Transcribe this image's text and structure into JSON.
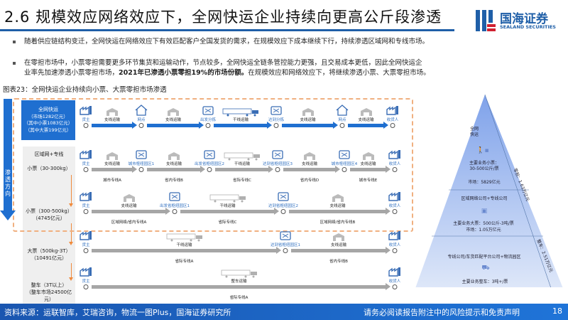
{
  "header": {
    "title": "2.6 规模效应网络效应下，全网快运企业持续向更高公斤段渗透",
    "logo_cn": "国海证券",
    "logo_en": "SEALAND SECURITIES"
  },
  "bullets": [
    {
      "text": "随着供应链结构变迁，全网快运在网络效应下有效匹配客户全国发货的需求，在规模效应下成本继续下行，持续渗透区域网和专线市场。"
    },
    {
      "line1": "在零担市场中，小票零担需要更多环节集货和运输动作，节点较多，全网快运全链条管控能力更强，且交易成本更低，因此全网快运企",
      "line2_a": "业率先加速渗透小票零担市场，",
      "line2_b": "2021年已渗透小票零担19%的市场份额。",
      "line2_c": "在规模效应和网络效应下，将继续渗透小票、大票零担市场。"
    }
  ],
  "figure_caption": "图表23：全网快运企业持续向小票、大票零担市场渗透",
  "colors": {
    "brand": "#1f5fa8",
    "blue": "#1f6fd0",
    "gray": "#a6a6a6",
    "orange": "#f08a3c"
  },
  "left": {
    "direction": "渗透方向",
    "full_network": [
      "全网快运",
      "（市场1282亿元）",
      "（其中小票1083亿元）",
      "（其中大票199亿元）"
    ],
    "regional": "区域网+专线",
    "small1": "小票（30-300kg）",
    "small2": [
      "小票（300-500kg）",
      "（4745亿元）"
    ],
    "large": [
      "大票（500kg-3T）",
      "（10491亿元）"
    ],
    "ftl": [
      "整车（3T以上）",
      "（整车市场24500亿元）"
    ]
  },
  "flows": [
    {
      "color": "blue",
      "nodes": [
        {
          "label": "货主",
          "icon": "factory-icon"
        },
        {
          "label": "网点",
          "icon": "house-icon"
        },
        {
          "label": "出发分拣",
          "icon": "sorting-hub-icon"
        },
        {
          "label": "达到分拣",
          "icon": "sorting-hub-icon"
        },
        {
          "label": "网点",
          "icon": "house-icon"
        },
        {
          "label": "收货人",
          "icon": "factory-icon"
        }
      ],
      "segments": [
        {
          "label": "支线运输",
          "icon": "van-icon"
        },
        {
          "label": "支线运输",
          "icon": "van-icon"
        },
        {
          "label": "干线运输",
          "icon": "truck-icon"
        },
        {
          "label": "支线运输",
          "icon": "van-icon"
        },
        {
          "label": "支线运输",
          "icon": "van-icon"
        }
      ]
    },
    {
      "color": "gray",
      "nodes": [
        {
          "label": "货主",
          "icon": "factory-icon"
        },
        {
          "label": "城市枢纽园区1",
          "icon": "sorting-hub-icon"
        },
        {
          "label": "出发省枢纽园区2",
          "icon": "sorting-hub-icon"
        },
        {
          "label": "达到省枢纽园区3",
          "icon": "sorting-hub-icon"
        },
        {
          "label": "城市枢纽园区4",
          "icon": "sorting-hub-icon"
        },
        {
          "label": "收货人",
          "icon": "factory-icon"
        }
      ],
      "segments": [
        {
          "label": "支线运输",
          "sub": "城市专线A",
          "icon": "van-icon"
        },
        {
          "label": "支线运输",
          "sub": "省内专线B",
          "icon": "van-icon"
        },
        {
          "label": "干线运输",
          "sub": "省际专线C",
          "icon": "truck-icon"
        },
        {
          "label": "支线运输",
          "sub": "省内专线D",
          "icon": "van-icon"
        },
        {
          "label": "支线运输",
          "sub": "城市专线E",
          "icon": "van-icon"
        }
      ]
    },
    {
      "color": "gray",
      "nodes": [
        {
          "label": "货主",
          "icon": "factory-icon"
        },
        {
          "label": "出发省枢纽园区1",
          "icon": "sorting-hub-icon"
        },
        {
          "label": "达到省枢纽园区2",
          "icon": "sorting-hub-icon"
        },
        {
          "label": "收货人",
          "icon": "factory-icon"
        }
      ],
      "segments": [
        {
          "label": "支线运输",
          "sub": "区域网络/省内专线A",
          "icon": "van-icon"
        },
        {
          "label": "干线运输",
          "sub": "省际专线C",
          "icon": "truck-icon"
        },
        {
          "label": "支线运输",
          "sub": "区域网络/省内专线B",
          "icon": "van-icon"
        }
      ]
    },
    {
      "color": "gray",
      "nodes": [
        {
          "label": "货主",
          "icon": "factory-icon"
        },
        {
          "label": "达到省枢纽园区1",
          "icon": "sorting-hub-icon"
        },
        {
          "label": "收货人",
          "icon": "factory-icon"
        }
      ],
      "segments": [
        {
          "label": "干线运输",
          "sub": "省际专线A",
          "icon": "truck-icon"
        },
        {
          "label": "支线运输",
          "sub": "省内专线B",
          "icon": "van-icon"
        }
      ]
    },
    {
      "color": "gray",
      "nodes": [
        {
          "label": "货主",
          "icon": "factory-icon"
        },
        {
          "label": "收货人",
          "icon": "factory-icon"
        }
      ],
      "segments": [
        {
          "label": "整车运输",
          "sub": "省际专线A",
          "icon": "truck-icon"
        }
      ]
    }
  ],
  "pyramid": {
    "top": [
      "全网",
      "快运"
    ],
    "top_business": [
      "主要业务小票：",
      "30-500公斤/票"
    ],
    "top_market": "市场：5829亿元",
    "mid": "区域网络公司+专线公司",
    "mid_business": "主要业务大票：500公斤-3吨/票",
    "mid_market": "市场：1.05万亿元",
    "bottom": "专线公司/车货匹配平台公司+物流园区",
    "bottom_business": "主要业务整车：3吨+/票",
    "ltl_total": "零担：1.63万亿元",
    "ftl_total": "整车：2.51万亿元"
  },
  "footer": {
    "source": "资料来源：运联智库，艾瑞咨询，物流一图Plus，国海证券研究所",
    "disclaimer": "请务必阅读报告附注中的风险提示和免责声明",
    "page": "18"
  }
}
